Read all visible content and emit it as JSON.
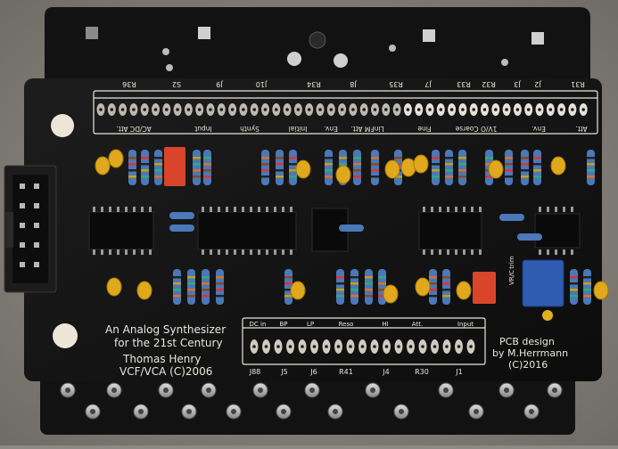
{
  "pcb": {
    "credits": {
      "line1": "An Analog Synthesizer",
      "line2": "for the 21st Century",
      "line3": "Thomas Henry",
      "line4": "VCF/VCA (C)2006"
    },
    "design": {
      "line1": "PCB design",
      "line2": "by M.Herrmann",
      "line3": "(C)2016"
    },
    "top_refs": [
      "R36",
      "S2",
      "J9",
      "J10",
      "R34",
      "J8",
      "R35",
      "J7",
      "R33",
      "R32",
      "J3",
      "J2",
      "R31"
    ],
    "top_labels": [
      "AC/DC Att.",
      "Input",
      "Synth",
      "Initial",
      "Env.",
      "LinFM Att.",
      "Fine",
      "1V/O Coarse",
      "Env.",
      "Att."
    ],
    "bottom_labels": [
      "DC in",
      "BP",
      "LP",
      "Reso",
      "HI",
      "Att.",
      "Input"
    ],
    "bottom_refs": [
      "J88",
      "J5",
      "J6",
      "R41",
      "J4",
      "R30",
      "J1"
    ],
    "trim_label": "VR/C trim",
    "colors": {
      "board": "#141414",
      "silkscreen": "#e9e6dd",
      "capacitor_yellow": "#e0a81c",
      "film_cap_red": "#d8452a",
      "trimmer_blue": "#2f5bb0"
    }
  }
}
